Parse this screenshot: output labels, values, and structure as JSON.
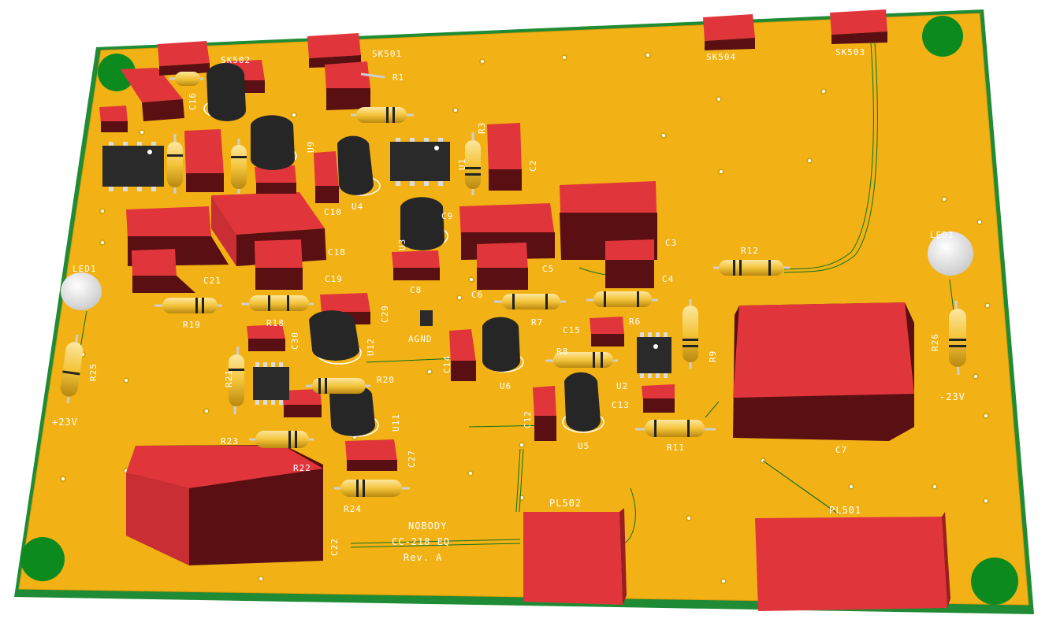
{
  "board": {
    "colors": {
      "soldermask": "#f2b215",
      "board_edge": "#1f8b34",
      "mounting_pad": "#0c8a1e",
      "part_red": "#e0363b",
      "part_red_dark": "#5a0f12",
      "ic_black": "#2a2a2a",
      "resistor_body": "#f4c43a",
      "silkscreen": "#ffffff"
    },
    "title_block": {
      "line1": "NOBODY",
      "line2": "CC-218 EQ",
      "line3": "Rev. A"
    },
    "power_labels": {
      "pos": "+23V",
      "neg": "-23V",
      "agnd": "AGND"
    },
    "connectors": {
      "sk501": "SK501",
      "sk502": "SK502",
      "sk503": "SK503",
      "sk504": "SK504",
      "pl501": "PL501",
      "pl502": "PL502"
    },
    "leds": {
      "led1": "LED1",
      "led2": "LED2"
    },
    "capacitors": {
      "c2": "C2",
      "c3": "C3",
      "c4": "C4",
      "c5": "C5",
      "c6": "C6",
      "c7": "C7",
      "c8": "C8",
      "c9": "C9",
      "c10": "C10",
      "c12": "C12",
      "c13": "C13",
      "c14": "C14",
      "c15": "C15",
      "c16": "C16",
      "c18": "C18",
      "c19": "C19",
      "c21": "C21",
      "c22": "C22",
      "c27": "C27",
      "c29": "C29",
      "c30": "C30"
    },
    "resistors": {
      "r1": "R1",
      "r3": "R3",
      "r6": "R6",
      "r7": "R7",
      "r8": "R8",
      "r9": "R9",
      "r11": "R11",
      "r12": "R12",
      "r18": "R18",
      "r19": "R19",
      "r20": "R20",
      "r21": "R21",
      "r22": "R22",
      "r23": "R23",
      "r24": "R24",
      "r25": "R25",
      "r26": "R26"
    },
    "ics": {
      "u1": "U1",
      "u2": "U2",
      "u3": "U3",
      "u4": "U4",
      "u5": "U5",
      "u6": "U6",
      "u9": "U9",
      "u11": "U11",
      "u12": "U12"
    }
  }
}
